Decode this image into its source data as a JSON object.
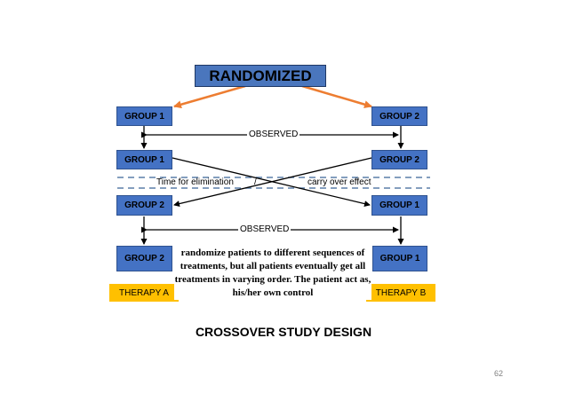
{
  "title": "RANDOMIZED",
  "colors": {
    "group_box": "#4472c4",
    "group_text": "#000000",
    "title_box": "#4a76bd",
    "therapy_box": "#ffc000",
    "randomize_arrow": "#ed7d31",
    "dashed_line": "#5b7fa8"
  },
  "left_column": {
    "row1": "GROUP 1",
    "row2": "GROUP 1",
    "row3": "GROUP 2",
    "row4": "GROUP 2",
    "therapy": "THERAPY A"
  },
  "right_column": {
    "row1": "GROUP 2",
    "row2": "GROUP 2",
    "row3": "GROUP 1",
    "row4": "GROUP 1",
    "therapy": "THERAPY B"
  },
  "observed_top": "OBSERVED",
  "observed_bottom": "OBSERVED",
  "washout_left": "Time for elimination",
  "washout_sep": "/",
  "washout_right": "carry over effect",
  "note_lines": [
    "randomize patients to different sequences of",
    "treatments, but all patients eventually get all",
    "treatments in varying order. The patient act as,",
    "his/her own control"
  ],
  "caption": "CROSSOVER STUDY DESIGN",
  "page_number": "62"
}
